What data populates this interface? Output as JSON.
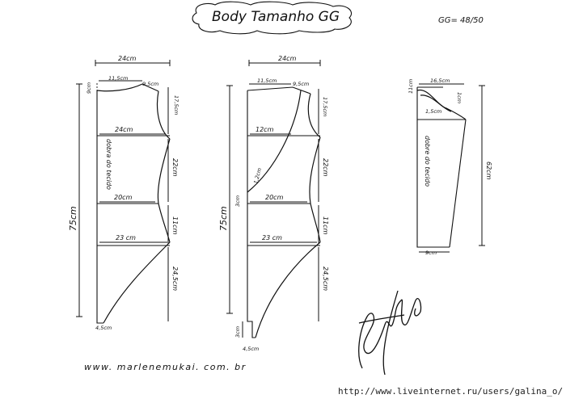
{
  "header": {
    "title": "Body Tamanho GG",
    "size_note": "GG= 48/50"
  },
  "front_panel": {
    "top_width": "24cm",
    "neck_width": "11,5cm",
    "shoulder": "9,5cm",
    "neck_depth": "9cm",
    "armhole_depth": "17,5cm",
    "chest_width": "24cm",
    "chest_to_waist": "22cm",
    "waist_width": "20cm",
    "waist_to_hip": "11cm",
    "hip_width": "23 cm",
    "hip_to_hem": "24,5cm",
    "total_length": "75cm",
    "crotch": "4,5cm",
    "fold_label": "dobra do tecido"
  },
  "back_panel": {
    "top_width": "24cm",
    "neck_width": "11,5cm",
    "shoulder": "9,5cm",
    "armhole_depth": "17,5cm",
    "chest_width": "12cm",
    "curve_offset": "1,2cm",
    "waist_width": "20cm",
    "waist_offset": "3cm",
    "chest_to_waist": "22cm",
    "waist_to_hip": "11cm",
    "hip_width": "23 cm",
    "hip_to_hem": "24,5cm",
    "total_length": "75cm",
    "crotch_height": "3cm",
    "crotch": "4,5cm"
  },
  "sleeve": {
    "top_width": "16,5cm",
    "cap_height": "11cm",
    "cap_offset": "1,5cm",
    "cap_side": "1cm",
    "length": "62cm",
    "cuff_width": "9cm",
    "fold_label": "dobre do tecido"
  },
  "footer": {
    "website": "www. marlenemukai. com. br",
    "watermark": "http://www.liveinternet.ru/users/galina_o/"
  }
}
